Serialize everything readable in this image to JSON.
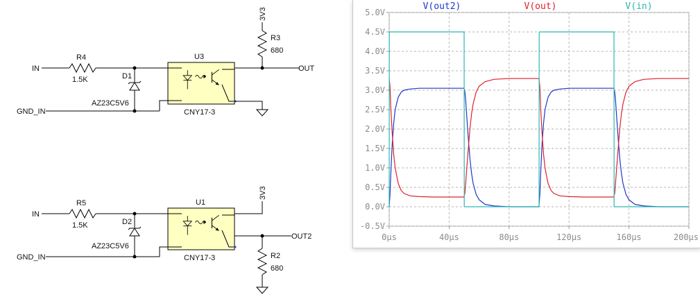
{
  "schematic": {
    "top": {
      "in_label": "IN",
      "gnd_label": "GND_IN",
      "resistor_ref": "R4",
      "resistor_value": "1.5K",
      "diode_ref": "D1",
      "diode_part": "AZ23C5V6",
      "opto_ref": "U3",
      "opto_part": "CNY17-3",
      "pullup_ref": "R3",
      "pullup_value": "680",
      "rail_label": "3V3",
      "out_label": "OUT"
    },
    "bottom": {
      "in_label": "IN",
      "gnd_label": "GND_IN",
      "resistor_ref": "R5",
      "resistor_value": "1.5K",
      "diode_ref": "D2",
      "diode_part": "AZ23C5V6",
      "opto_ref": "U1",
      "opto_part": "CNY17-3",
      "pulldown_ref": "R2",
      "pulldown_value": "680",
      "rail_label": "3V3",
      "out_label": "OUT2"
    },
    "colors": {
      "opto_fill": "#ffffc2",
      "wire": "#000000",
      "pin": "#2b3fd6"
    }
  },
  "chart_data": {
    "type": "line",
    "title": "",
    "xlabel": "",
    "ylabel": "",
    "xlim": [
      0,
      200
    ],
    "ylim": [
      -0.5,
      5.0
    ],
    "x_ticks": [
      "0µs",
      "40µs",
      "80µs",
      "120µs",
      "160µs",
      "200µs"
    ],
    "y_ticks": [
      "-0.5V",
      "0.0V",
      "0.5V",
      "1.0V",
      "1.5V",
      "2.0V",
      "2.5V",
      "3.0V",
      "3.5V",
      "4.0V",
      "4.5V",
      "5.0V"
    ],
    "grid": true,
    "legend_position": "top",
    "series": [
      {
        "name": "V(out2)",
        "color": "#1f36c8",
        "x": [
          0,
          0.5,
          1,
          2,
          3,
          4,
          6,
          8,
          10,
          14,
          20,
          30,
          40,
          49.9,
          50.5,
          51,
          52,
          53,
          54,
          55,
          56,
          58,
          60,
          64,
          70,
          80,
          90,
          99.9,
          100.5,
          101,
          102,
          103,
          104,
          106,
          108,
          110,
          114,
          120,
          130,
          140,
          149.9,
          150.5,
          151,
          152,
          153,
          154,
          155,
          156,
          158,
          160,
          164,
          170,
          180,
          190,
          200
        ],
        "y": [
          0.0,
          0.3,
          0.8,
          1.6,
          2.15,
          2.5,
          2.82,
          2.95,
          3.0,
          3.03,
          3.05,
          3.05,
          3.05,
          3.05,
          2.95,
          2.75,
          2.2,
          1.65,
          1.2,
          0.85,
          0.6,
          0.32,
          0.18,
          0.06,
          0.02,
          0.0,
          0.0,
          0.0,
          0.3,
          0.8,
          1.6,
          2.15,
          2.5,
          2.82,
          2.95,
          3.0,
          3.03,
          3.05,
          3.05,
          3.05,
          3.05,
          2.95,
          2.75,
          2.2,
          1.65,
          1.2,
          0.85,
          0.6,
          0.32,
          0.18,
          0.06,
          0.02,
          0.0,
          0.0,
          0.0
        ]
      },
      {
        "name": "V(out)",
        "color": "#e0202c",
        "x": [
          0,
          0.5,
          1,
          2,
          3,
          4,
          6,
          8,
          10,
          14,
          20,
          30,
          40,
          49.9,
          50.5,
          51,
          52,
          53,
          54,
          55,
          56,
          58,
          60,
          64,
          70,
          80,
          90,
          99.9,
          100.5,
          101,
          102,
          103,
          104,
          106,
          108,
          110,
          114,
          120,
          130,
          140,
          149.9,
          150.5,
          151,
          152,
          153,
          154,
          155,
          156,
          158,
          160,
          164,
          170,
          180,
          190,
          200
        ],
        "y": [
          3.3,
          3.1,
          2.6,
          1.9,
          1.35,
          1.0,
          0.6,
          0.42,
          0.34,
          0.28,
          0.26,
          0.25,
          0.25,
          0.25,
          0.35,
          0.6,
          1.1,
          1.6,
          2.05,
          2.4,
          2.65,
          2.95,
          3.1,
          3.22,
          3.28,
          3.3,
          3.3,
          3.3,
          3.1,
          2.6,
          1.9,
          1.35,
          1.0,
          0.6,
          0.42,
          0.34,
          0.28,
          0.26,
          0.25,
          0.25,
          0.25,
          0.35,
          0.6,
          1.1,
          1.6,
          2.05,
          2.4,
          2.65,
          2.95,
          3.1,
          3.22,
          3.28,
          3.3,
          3.3,
          3.3
        ]
      },
      {
        "name": "V(in)",
        "color": "#2ab7b0",
        "x": [
          0,
          0.1,
          50,
          50.1,
          100,
          100.1,
          150,
          150.1,
          200
        ],
        "y": [
          0.0,
          4.5,
          4.5,
          0.0,
          0.0,
          4.5,
          4.5,
          0.0,
          0.0
        ]
      }
    ]
  }
}
